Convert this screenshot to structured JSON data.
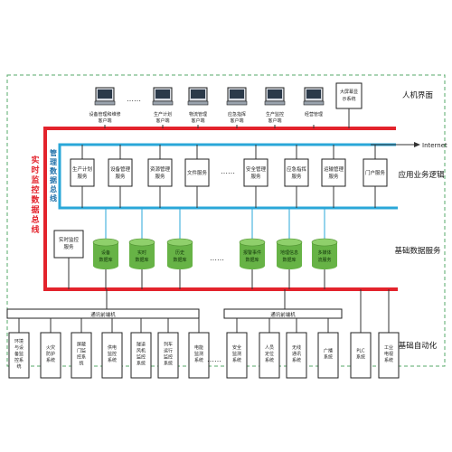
{
  "colors": {
    "border_green": "#55a868",
    "red_bus": "#e3232c",
    "blue_bus": "#2aa7d8",
    "db_green": "#67b346",
    "line": "#333333",
    "vertical_label": "#e3232c",
    "vertical_label2": "#1f6fa8"
  },
  "labels": {
    "hmi": "人机界面",
    "app_logic": "应用业务逻辑",
    "data_service": "基础数据服务",
    "automation": "基础自动化",
    "internet": "Internet",
    "realtime_bus": [
      "实",
      "时",
      "监",
      "控",
      "数",
      "据",
      "总",
      "线"
    ],
    "mgmt_bus": [
      "管",
      "理",
      "数",
      "据",
      "总",
      "线"
    ],
    "comm_adapter": "通讯前端机"
  },
  "clients": [
    {
      "label": [
        "设备管理和维修",
        "客户端"
      ]
    },
    {
      "label": [
        "生产计划",
        "客户端"
      ]
    },
    {
      "label": [
        "物流管理",
        "客户端"
      ]
    },
    {
      "label": [
        "应急指挥",
        "客户端"
      ]
    },
    {
      "label": [
        "生产监控",
        "客户端"
      ]
    },
    {
      "label": [
        "经营管理"
      ]
    }
  ],
  "big_screen": [
    "大屏幕显",
    "示系统"
  ],
  "ellipses": [
    "……",
    "……",
    "……",
    "……"
  ],
  "services": [
    {
      "label": [
        "生产计划",
        "服务"
      ]
    },
    {
      "label": [
        "设备管理",
        "服务"
      ]
    },
    {
      "label": [
        "资源管理",
        "服务"
      ]
    },
    {
      "label": [
        "文件服务"
      ]
    },
    {
      "label": [
        "安全管理",
        "服务"
      ]
    },
    {
      "label": [
        "应急指挥",
        "服务"
      ]
    },
    {
      "label": [
        "运输管理",
        "服务"
      ]
    },
    {
      "label": [
        "门户服务"
      ]
    }
  ],
  "realtime_service": [
    "实时监控",
    "服务"
  ],
  "databases": [
    {
      "label": [
        "设备",
        "数据库"
      ]
    },
    {
      "label": [
        "实时",
        "数据库"
      ]
    },
    {
      "label": [
        "历史",
        "数据库"
      ]
    },
    {
      "label": [
        "报警事件",
        "数据库"
      ]
    },
    {
      "label": [
        "地理信息",
        "数据库"
      ]
    },
    {
      "label": [
        "多媒体",
        "流服务"
      ]
    }
  ],
  "subsystems": [
    {
      "label": [
        "环境",
        "与设",
        "备监",
        "控系",
        "统"
      ]
    },
    {
      "label": [
        "火灾",
        "防护",
        "系统"
      ]
    },
    {
      "label": [
        "屏蔽",
        "门监",
        "控系",
        "统"
      ]
    },
    {
      "label": [
        "供电",
        "监控",
        "系统"
      ]
    },
    {
      "label": [
        "隧道",
        "风机",
        "监控",
        "系统"
      ]
    },
    {
      "label": [
        "列车",
        "运行",
        "监控",
        "系统"
      ]
    },
    {
      "label": [
        "电能",
        "监测",
        "系统"
      ]
    },
    {
      "label": [
        "安全",
        "监测",
        "系统"
      ]
    },
    {
      "label": [
        "人员",
        "定位",
        "系统"
      ]
    },
    {
      "label": [
        "无线",
        "通讯",
        "系统"
      ]
    },
    {
      "label": [
        "广播",
        "系统"
      ]
    },
    {
      "label": [
        "PLC",
        "系统"
      ]
    },
    {
      "label": [
        "工业",
        "电视",
        "系统"
      ]
    }
  ]
}
